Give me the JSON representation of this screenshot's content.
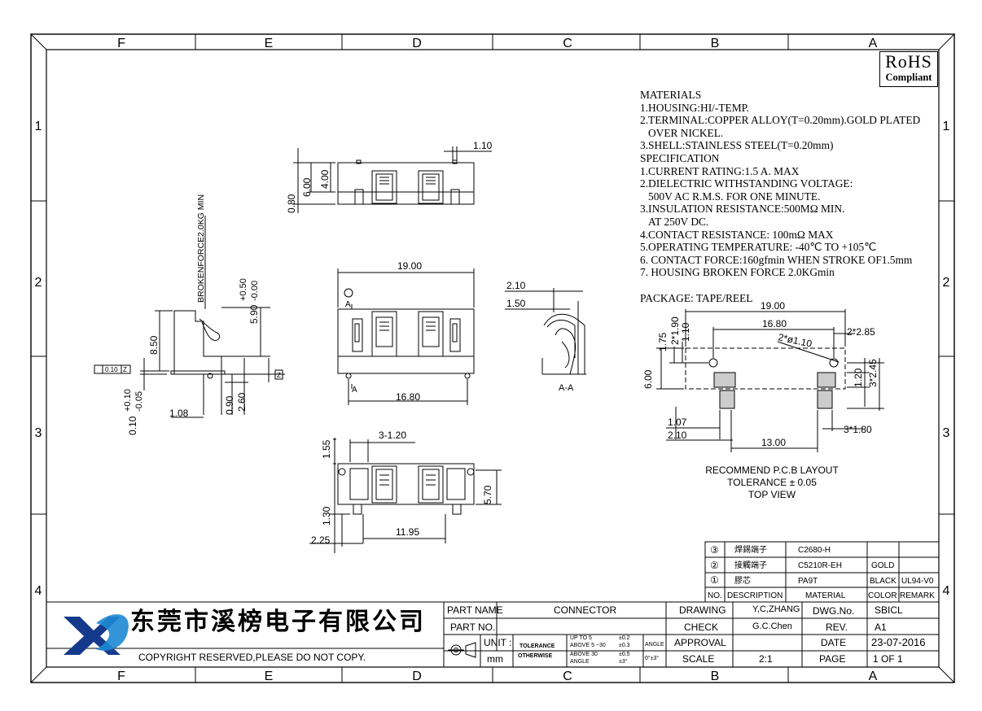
{
  "frame": {
    "columns": [
      "F",
      "E",
      "D",
      "C",
      "B",
      "A"
    ],
    "rows": [
      "1",
      "2",
      "3",
      "4"
    ]
  },
  "rohs": {
    "line1": "RoHS",
    "line2": "Compliant"
  },
  "materials": [
    {
      "text": "MATERIALS",
      "indent": false
    },
    {
      "text": "1.HOUSING:HI/-TEMP.",
      "indent": false
    },
    {
      "text": "2.TERMINAL:COPPER ALLOY(T=0.20mm).GOLD PLATED",
      "indent": false
    },
    {
      "text": "OVER NICKEL.",
      "indent": true
    },
    {
      "text": "3.SHELL:STAINLESS STEEL(T=0.20mm)",
      "indent": false
    },
    {
      "text": "SPECIFICATION",
      "indent": false
    },
    {
      "text": "1.CURRENT RATING:1.5 A. MAX",
      "indent": false
    },
    {
      "text": "2.DIELECTRIC WITHSTANDING VOLTAGE:",
      "indent": false
    },
    {
      "text": "500V AC R.M.S. FOR ONE MINUTE.",
      "indent": true
    },
    {
      "text": "3.INSULATION RESISTANCE:500MΩ    MIN.",
      "indent": false
    },
    {
      "text": "AT 250V DC.",
      "indent": true
    },
    {
      "text": "4.CONTACT RESISTANCE: 100mΩ    MAX",
      "indent": false
    },
    {
      "text": "5.OPERATING TEMPERATURE: -40℃  TO  +105℃",
      "indent": false
    },
    {
      "text": "6. CONTACT FORCE:160gfmin WHEN STROKE OF1.5mm",
      "indent": false
    },
    {
      "text": "7. HOUSING BROKEN FORCE 2.0KGmin",
      "indent": false
    },
    {
      "text": "",
      "indent": false
    },
    {
      "text": "PACKAGE: TAPE/REEL",
      "indent": false
    }
  ],
  "dims": {
    "top_1_10": "1.10",
    "top_6_00": "6.00",
    "top_4_00": "4.00",
    "top_0_80": "0.80",
    "brokenforce": "BROKENFORCE2.0KG MIN",
    "side_5_90": "5.90",
    "side_plus": "+0.50",
    "side_minus": "-0.00",
    "side_8_50": "8.50",
    "side_0_10": "0.10",
    "side_0_10_plus": "+0.10",
    "side_0_10_minus": "-0.05",
    "side_1_08": "1.08",
    "side_0_90": "0.90",
    "side_2_60": "2.60",
    "front_19_00": "19.00",
    "front_16_80": "16.80",
    "front_A": "A",
    "sec_2_10": "2.10",
    "sec_1_50": "1.50",
    "sec_label": "A-A",
    "bot_3_1_20": "3-1.20",
    "bot_1_55": "1.55",
    "bot_5_70": "5.70",
    "bot_1_30": "1.30",
    "bot_2_25": "2.25",
    "bot_11_95": "11.95",
    "pcb_19_00": "19.00",
    "pcb_16_80": "16.80",
    "pcb_2_2_85": "2*2.85",
    "pcb_2_1_90": "2*1.90",
    "pcb_1_10": "1.10",
    "pcb_1_75": "1.75",
    "pcb_2_d1_10": "2*ø1.10",
    "pcb_6_00": "6.00",
    "pcb_1_20": "1.20",
    "pcb_3_2_45": "3*2.45",
    "pcb_1_07": "1.07",
    "pcb_2_10": "2.10",
    "pcb_13_00": "13.00",
    "pcb_3_1_80": "3*1.80",
    "tol_box": "0.10",
    "tol_z": "Z",
    "tol_z2": "Z"
  },
  "pcb_note": [
    "RECOMMEND P.C.B LAYOUT",
    "TOLERANCE ± 0.05",
    "TOP VIEW"
  ],
  "bom": {
    "rows": [
      {
        "no": "③",
        "desc": "焊錫端子",
        "material": "C2680-H",
        "color": "",
        "remark": ""
      },
      {
        "no": "②",
        "desc": "接觸端子",
        "material": "C5210R-EH",
        "color": "GOLD",
        "remark": ""
      },
      {
        "no": "①",
        "desc": "膠芯",
        "material": "PA9T",
        "color": "BLACK",
        "remark": "UL94-V0"
      }
    ],
    "header": {
      "no": "NO.",
      "desc": "DESCRIPTION",
      "material": "MATERIAL",
      "color": "COLOR",
      "remark": "REMARK"
    }
  },
  "title_block": {
    "company": "东莞市溪榜电子有限公司",
    "copyright": "COPYRIGHT RESERVED,PLEASE DO NOT COPY.",
    "part_name_label": "PART NAME",
    "part_name": "CONNECTOR",
    "part_no_label": "PART NO.",
    "unit_label": "UNIT :",
    "unit": "mm",
    "tol_label": "TOLERANCE",
    "tol_label2": "OTHERWISE",
    "tol_rows": [
      {
        "range": "UP TO 5",
        "val": "±0.2"
      },
      {
        "range": "ABOVE 5 ~30",
        "val": "±0.3"
      },
      {
        "range": "ABOVE 30",
        "val": "±0.5"
      },
      {
        "range": "ANGLE",
        "val": "±3°"
      }
    ],
    "angle_label": "ANGLE",
    "angle_val": "0°±3°",
    "drawing_label": "DRAWING",
    "drawing": "Y,C,ZHANG",
    "check_label": "CHECK",
    "check": "G.C.Chen",
    "approval_label": "APPROVAL",
    "scale_label": "SCALE",
    "scale": "2:1",
    "dwg_label": "DWG.No.",
    "dwg": "SBICL",
    "rev_label": "REV.",
    "rev": "A1",
    "date_label": "DATE",
    "date": "23-07-2016",
    "page_label": "PAGE",
    "page": "1 OF 1"
  }
}
